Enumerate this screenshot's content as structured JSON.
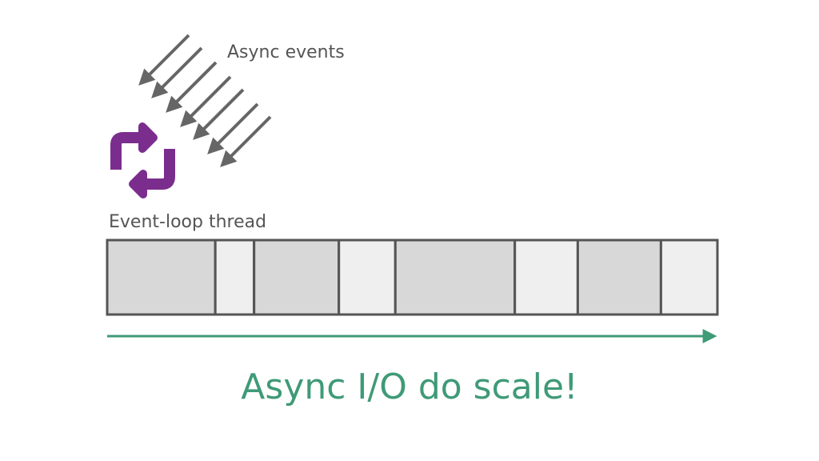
{
  "labels": {
    "async_events": "Async events",
    "event_loop_thread": "Event-loop thread",
    "headline": "Async I/O do scale!"
  },
  "icons": {
    "loop": "refresh-cycle-icon",
    "events": "diagonal-arrow-icon"
  },
  "colors": {
    "loop_icon": "#7b2d8e",
    "event_arrows": "#666666",
    "timeline_arrow": "#3f9a77",
    "headline": "#3f9a77",
    "segment_busy": "#d8d8d8",
    "segment_idle": "#efefef",
    "segment_border": "#555555"
  },
  "timeline": {
    "segments": [
      {
        "state": "busy",
        "duration": 134
      },
      {
        "state": "idle",
        "duration": 48
      },
      {
        "state": "busy",
        "duration": 105
      },
      {
        "state": "idle",
        "duration": 70
      },
      {
        "state": "busy",
        "duration": 148
      },
      {
        "state": "idle",
        "duration": 78
      },
      {
        "state": "busy",
        "duration": 103
      },
      {
        "state": "idle",
        "duration": 70
      }
    ]
  }
}
